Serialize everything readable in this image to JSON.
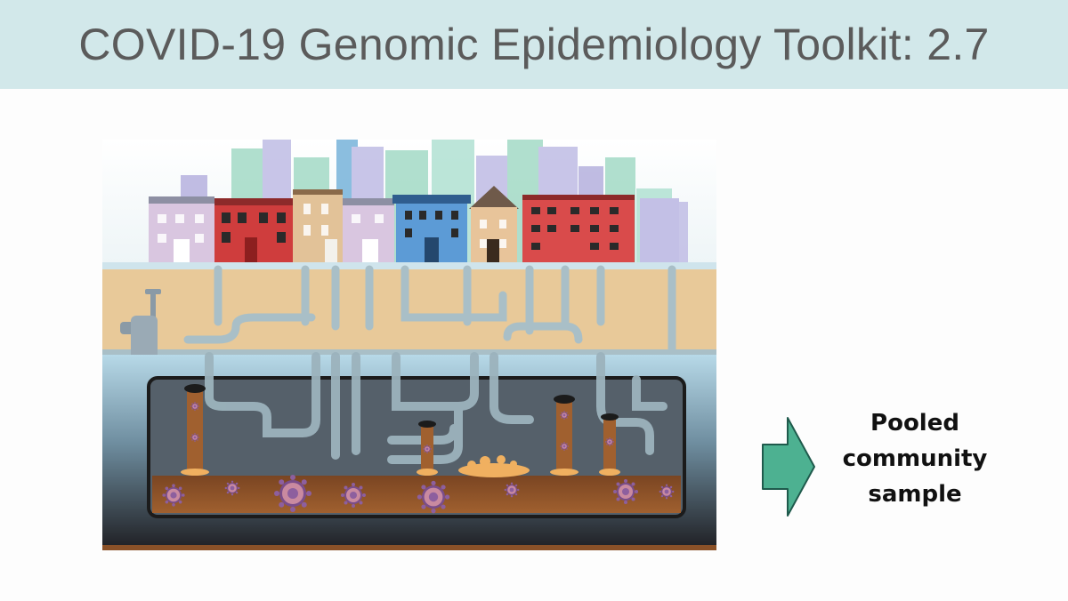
{
  "slide": {
    "title": "COVID-19 Genomic Epidemiology Toolkit: 2.7"
  },
  "caption": {
    "line1": "Pooled",
    "line2": "community",
    "line3": "sample"
  },
  "illustration": {
    "icon": "city-sewer-wastewater-illustration"
  },
  "arrow": {
    "icon": "right-arrow-icon",
    "color": "#4db191"
  },
  "colors": {
    "title_bar": "#d2e8ea",
    "title_text": "#5b5b5b",
    "soil": "#e8c999",
    "sewage": "#8a5128",
    "pipe": "#a9bfc7"
  }
}
